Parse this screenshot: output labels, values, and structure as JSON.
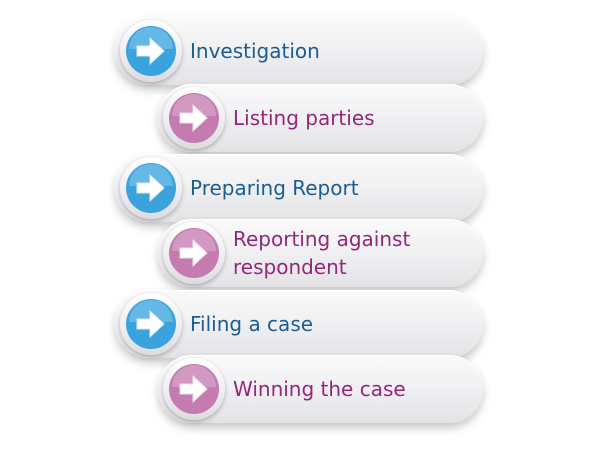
{
  "colors": {
    "primary_text": "#1b5d93",
    "secondary_text": "#94277a",
    "primary_icon": "#3aa3de",
    "secondary_icon": "#c57bb0"
  },
  "steps": [
    {
      "label": "Investigation",
      "level": "primary",
      "icon": "arrow-right-icon"
    },
    {
      "label": "Listing parties",
      "level": "secondary",
      "icon": "arrow-right-icon"
    },
    {
      "label": "Preparing Report",
      "level": "primary",
      "icon": "arrow-right-icon"
    },
    {
      "label": "Reporting against\nrespondent",
      "level": "secondary",
      "icon": "arrow-right-icon"
    },
    {
      "label": "Filing a case",
      "level": "primary",
      "icon": "arrow-right-icon"
    },
    {
      "label": "Winning the case",
      "level": "secondary",
      "icon": "arrow-right-icon"
    }
  ]
}
